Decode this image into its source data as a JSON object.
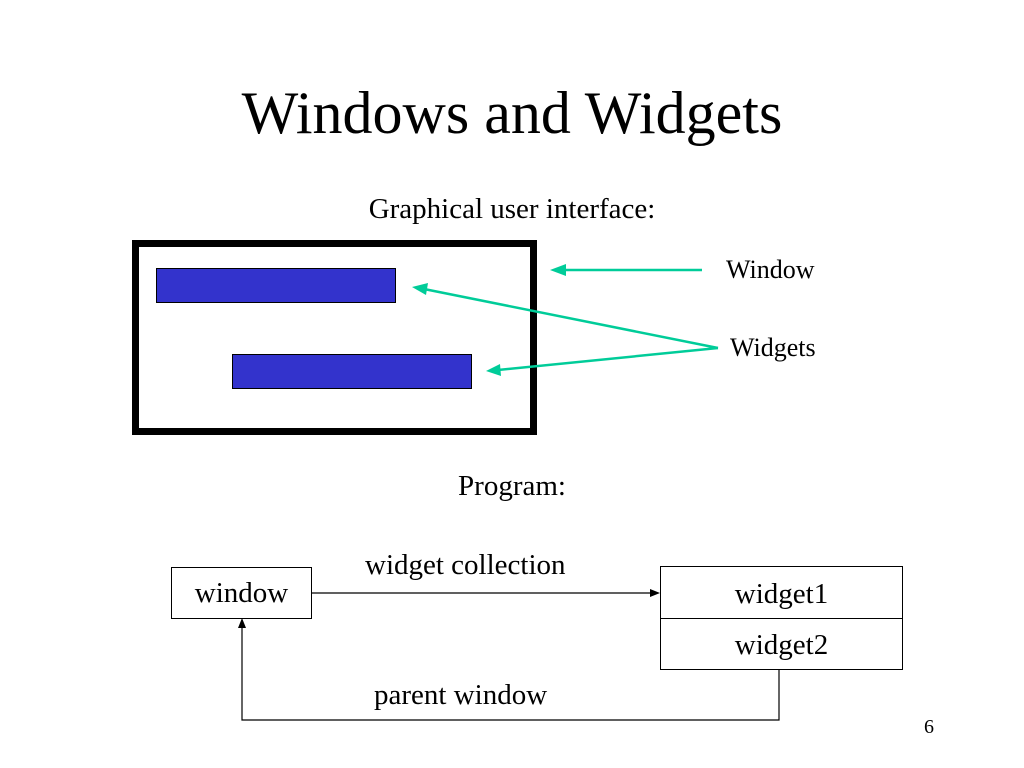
{
  "slide": {
    "title": "Windows and Widgets",
    "page_number": "6"
  },
  "gui_section": {
    "heading": "Graphical user interface:",
    "window_callout": "Window",
    "widgets_callout": "Widgets"
  },
  "program_section": {
    "heading": "Program:",
    "window_box": "window",
    "widget_boxes": [
      "widget1",
      "widget2"
    ],
    "collection_label": "widget collection",
    "parent_label": "parent window"
  },
  "colors": {
    "widget_fill": "#3333cc",
    "arrow": "#00cc99",
    "frame": "#000000"
  }
}
